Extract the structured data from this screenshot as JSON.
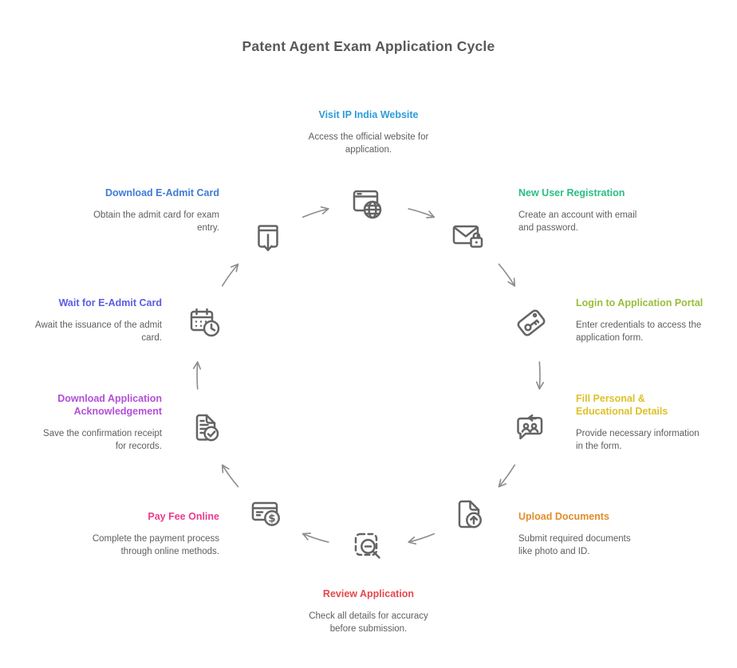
{
  "title": "Patent Agent Exam Application Cycle",
  "colors": {
    "icon": "#646464",
    "arrow": "#8c8c8c",
    "heading": "#58585a",
    "description": "#5e5e5e"
  },
  "steps": [
    {
      "label": "Visit IP India Website",
      "description": "Access the official website for application.",
      "color": "#2D9CDB",
      "icon": "browser-globe-icon"
    },
    {
      "label": "New User Registration",
      "description": "Create an account with email and password.",
      "color": "#29BE82",
      "icon": "envelope-lock-icon"
    },
    {
      "label": "Login to Application Portal",
      "description": "Enter credentials to access the application form.",
      "color": "#9ABD3C",
      "icon": "key-tag-icon"
    },
    {
      "label": "Fill Personal & Educational Details",
      "description": "Provide necessary information in the form.",
      "color": "#DCC229",
      "icon": "people-chat-icon"
    },
    {
      "label": "Upload Documents",
      "description": "Submit required documents like photo and ID.",
      "color": "#E08E2D",
      "icon": "document-upload-icon"
    },
    {
      "label": "Review Application",
      "description": "Check all details for accuracy before submission.",
      "color": "#E5484D",
      "icon": "magnifier-dashed-box-icon"
    },
    {
      "label": "Pay Fee Online",
      "description": "Complete the payment process through online methods.",
      "color": "#EC3C8F",
      "icon": "card-dollar-icon"
    },
    {
      "label": "Download Application Acknowledgement",
      "description": "Save the confirmation receipt for records.",
      "color": "#B24FD8",
      "icon": "document-check-icon"
    },
    {
      "label": "Wait for E-Admit Card",
      "description": "Await the issuance of the admit card.",
      "color": "#5B5CE2",
      "icon": "calendar-clock-icon"
    },
    {
      "label": "Download E-Admit Card",
      "description": "Obtain the admit card for exam entry.",
      "color": "#3E7BD7",
      "icon": "inbox-download-icon"
    }
  ]
}
